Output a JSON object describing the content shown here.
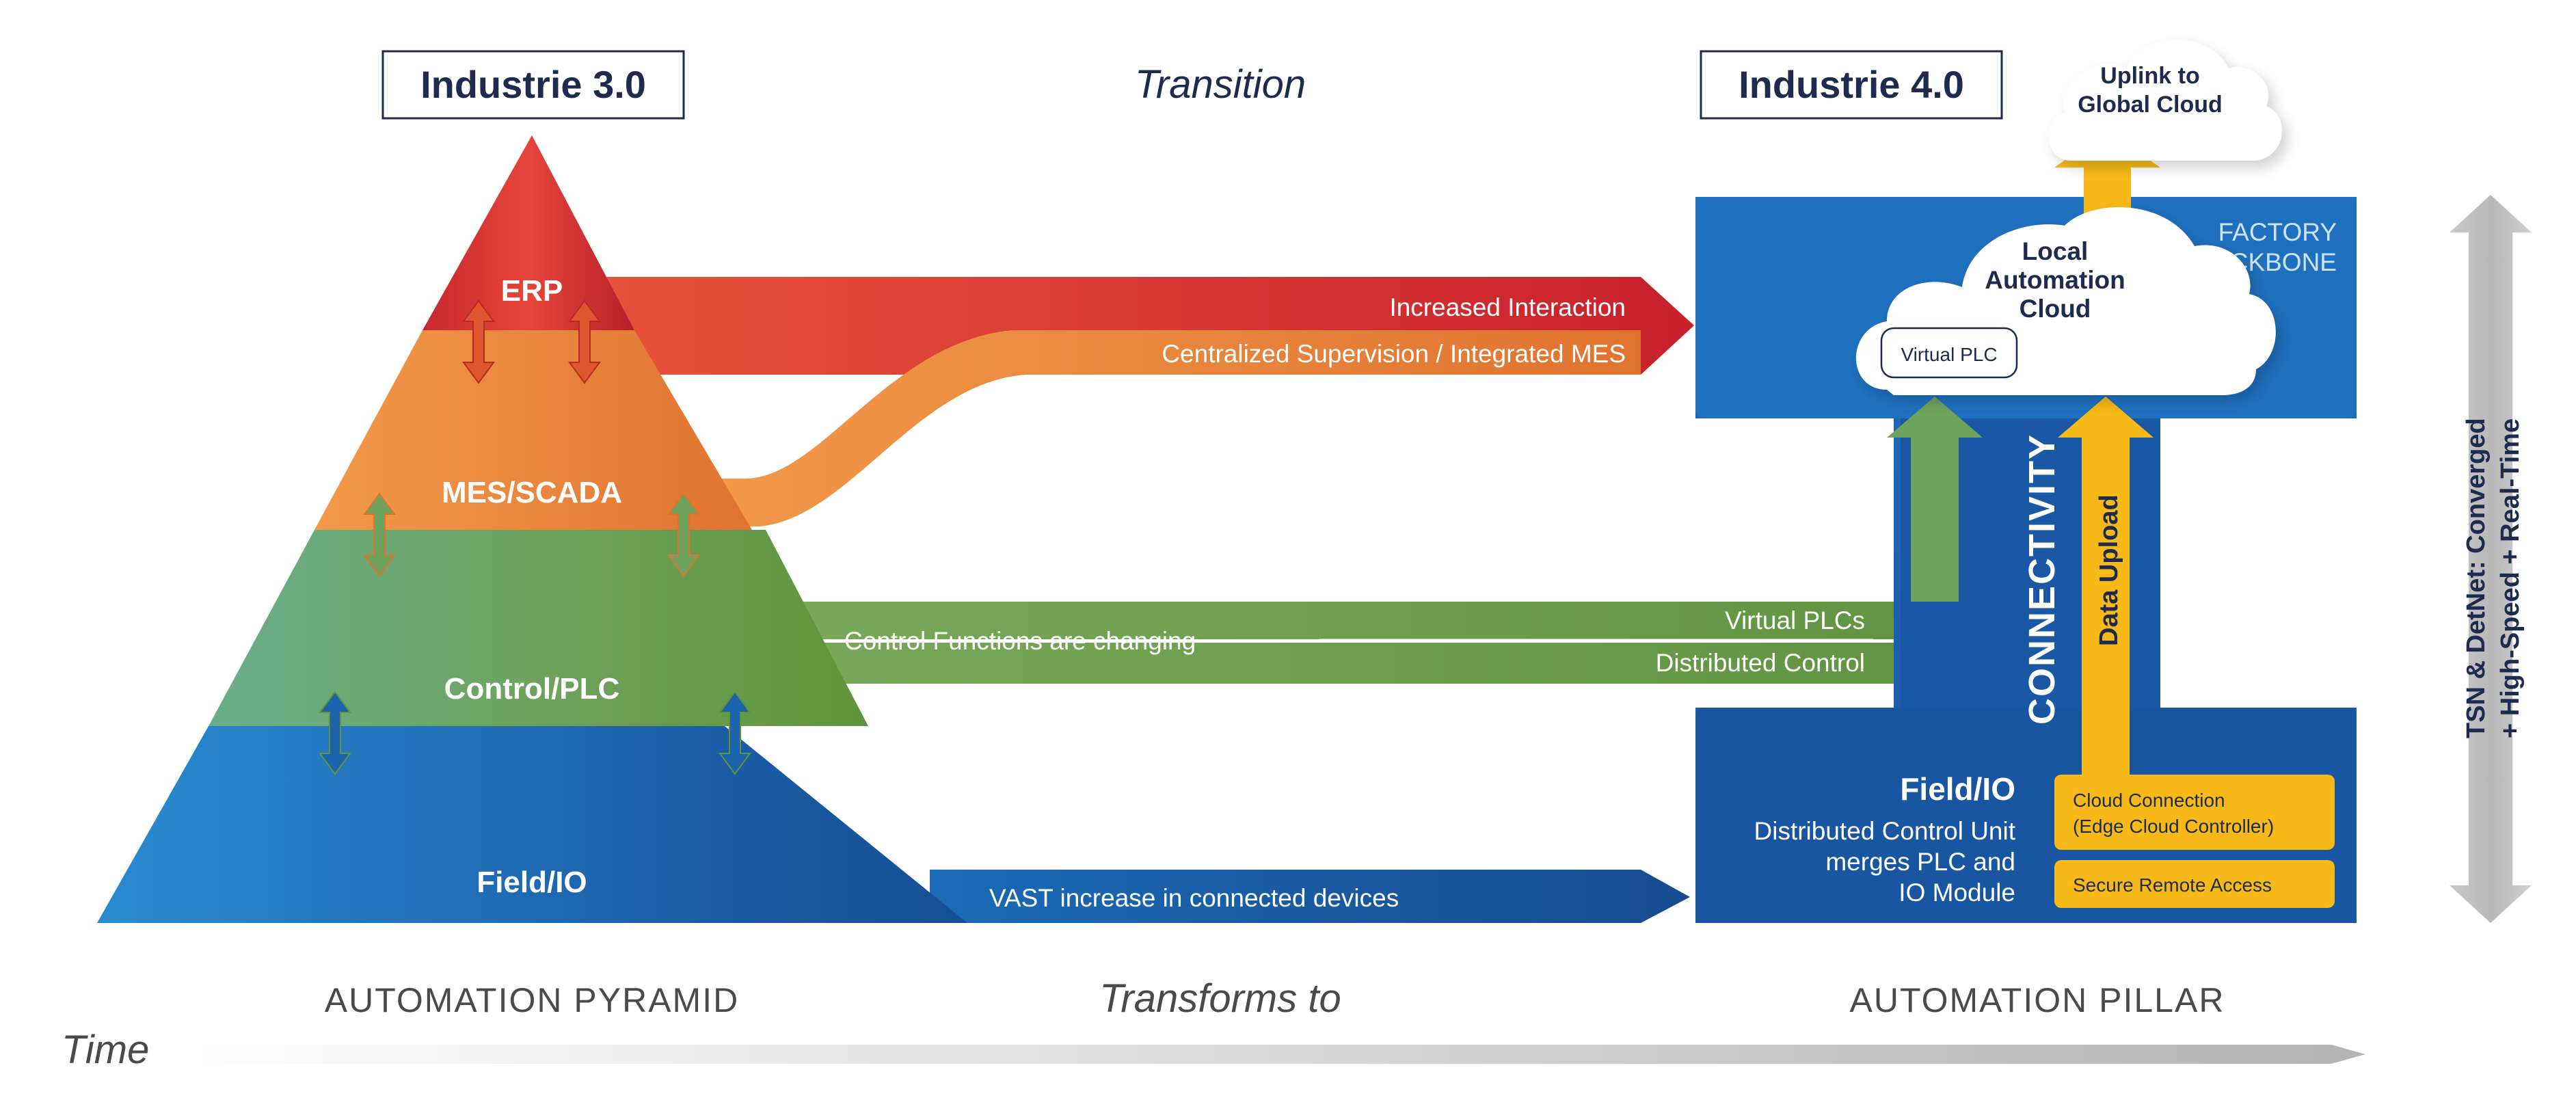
{
  "headers": {
    "left": "Industrie 3.0",
    "center": "Transition",
    "right": "Industrie 4.0"
  },
  "pyramid": {
    "levels": {
      "erp": "ERP",
      "mes": "MES/SCADA",
      "control": "Control/PLC",
      "field": "Field/IO"
    }
  },
  "flows": {
    "increased_interaction": "Increased Interaction",
    "centralized_supervision": "Centralized Supervision / Integrated MES",
    "control_functions": "Control Functions are changing",
    "virtual_plcs": "Virtual PLCs",
    "distributed_control": "Distributed Control",
    "vast_increase": "VAST increase in connected devices"
  },
  "pillar": {
    "factory_backbone_line1": "FACTORY",
    "factory_backbone_line2": "BACKBONE",
    "local_cloud_line1": "Local",
    "local_cloud_line2": "Automation",
    "local_cloud_line3": "Cloud",
    "virtual_plc": "Virtual PLC",
    "uplink_line1": "Uplink to",
    "uplink_line2": "Global Cloud",
    "connectivity": "CONNECTIVITY",
    "data_upload": "Data Upload",
    "field_io_title": "Field/IO",
    "field_io_line1": "Distributed Control Unit",
    "field_io_line2": "merges PLC and",
    "field_io_line3": "IO Module",
    "cloud_connection_line1": "Cloud Connection",
    "cloud_connection_line2": "(Edge Cloud Controller)",
    "secure_remote_access": "Secure Remote Access"
  },
  "side": {
    "tsn_line1": "TSN & DetNet: Converged",
    "tsn_line2": "+ High-Speed + Real-Time"
  },
  "footer": {
    "automation_pyramid": "AUTOMATION PYRAMID",
    "transforms_to": "Transforms to",
    "automation_pillar": "AUTOMATION PILLAR",
    "time": "Time"
  },
  "colors": {
    "red": "#d8312d",
    "orange": "#e8843a",
    "green": "#6c9e45",
    "blue": "#1b5fa6",
    "navy": "#1e2b4f",
    "yellow": "#f7b918",
    "gray": "#bdbdbd"
  }
}
